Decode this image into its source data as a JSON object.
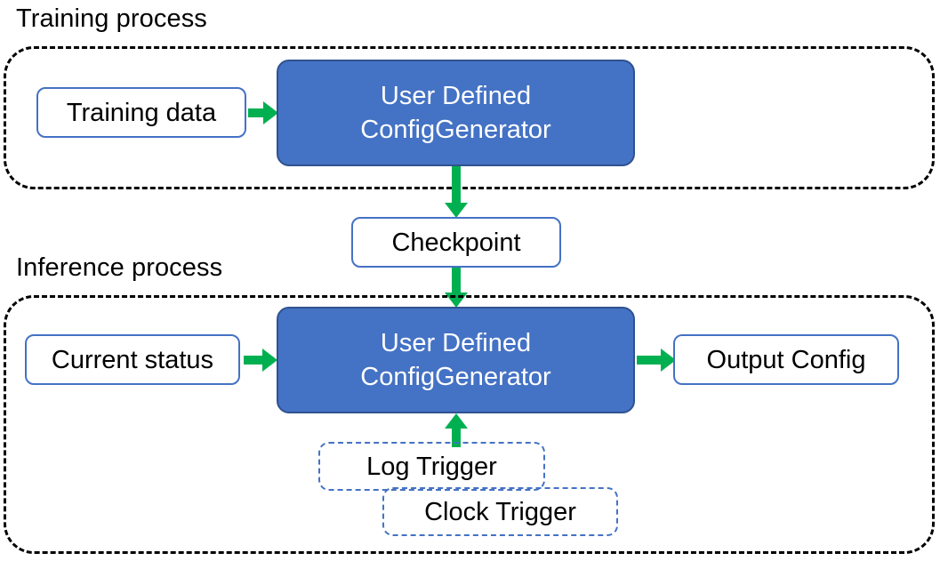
{
  "diagram": {
    "title_training": "Training process",
    "title_inference": "Inference process",
    "colors": {
      "arrow_green": "#00B050",
      "box_blue_fill": "#4472C4",
      "box_blue_border": "#2F528F",
      "outline_blue": "#4472C4",
      "group_border": "#000000",
      "text_dark": "#000000",
      "text_light": "#FFFFFF"
    }
  },
  "training": {
    "label": "Training process",
    "input_box": "Training data",
    "process_line1": "User Defined",
    "process_line2": "ConfigGenerator"
  },
  "checkpoint": {
    "label": "Checkpoint"
  },
  "inference": {
    "label": "Inference process",
    "input_box": "Current status",
    "process_line1": "User Defined",
    "process_line2": "ConfigGenerator",
    "output_box": "Output Config",
    "triggers": [
      {
        "label": "Log Trigger"
      },
      {
        "label": "Clock Trigger"
      }
    ]
  }
}
